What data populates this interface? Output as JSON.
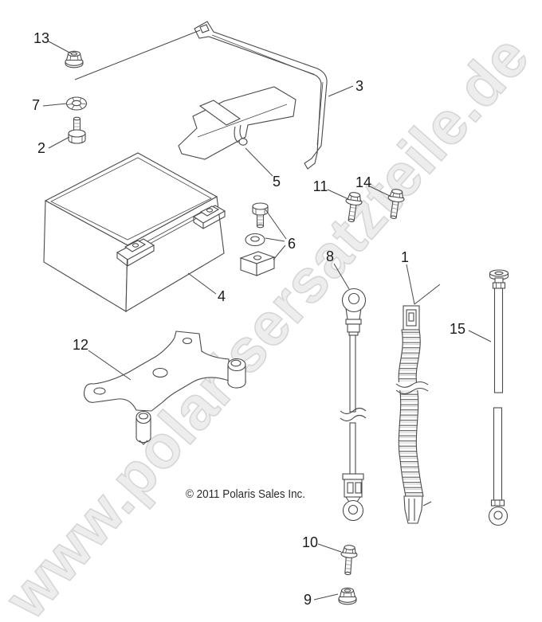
{
  "watermark": {
    "text": "www.polarisersatzteile.de",
    "fill": "#ededed",
    "outline": "#d6d6d6"
  },
  "footer": {
    "copyright": "© 2011 Polaris Sales Inc."
  },
  "diagram": {
    "background": "#ffffff",
    "line_color": "#4a4a4a",
    "label_color": "#1b1b1b",
    "callouts": [
      {
        "number": "1"
      },
      {
        "number": "2"
      },
      {
        "number": "3"
      },
      {
        "number": "4"
      },
      {
        "number": "5"
      },
      {
        "number": "6"
      },
      {
        "number": "7"
      },
      {
        "number": "8"
      },
      {
        "number": "9"
      },
      {
        "number": "10"
      },
      {
        "number": "11"
      },
      {
        "number": "12"
      },
      {
        "number": "13"
      },
      {
        "number": "14"
      },
      {
        "number": "15"
      }
    ]
  }
}
